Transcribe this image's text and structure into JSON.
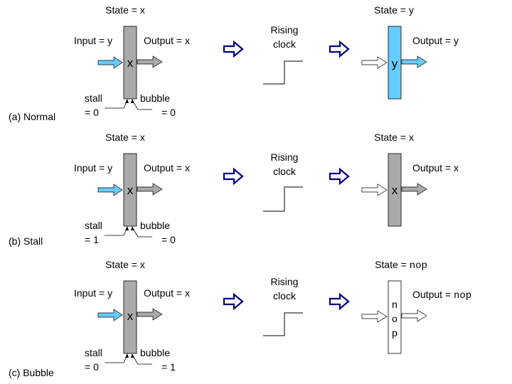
{
  "colors": {
    "gray_register": "#aaaaaa",
    "blue_register": "#66ccff",
    "white_register": "#ffffff",
    "gray_arrow": "#aaaaaa",
    "blue_arrow": "#66ccff",
    "transition_arrow": "#000080",
    "line": "#000000"
  },
  "icons": {
    "transition": "hollow-right-arrow-icon",
    "clock": "rising-edge-waveform-icon"
  },
  "common": {
    "clock_line1": "Rising",
    "clock_line2": "clock"
  },
  "rows": [
    {
      "caption": "(a) Normal",
      "before": {
        "state": "State = x",
        "input": "Input = y",
        "output": "Output = x",
        "value": "x",
        "stall_label": "stall",
        "stall_value": "= 0",
        "bubble_label": "bubble",
        "bubble_value": "= 0"
      },
      "after": {
        "state_prefix": "State = ",
        "state_value": "y",
        "output_prefix": "Output = ",
        "output_value": "y",
        "value": "y"
      }
    },
    {
      "caption": "(b) Stall",
      "before": {
        "state": "State = x",
        "input": "Input = y",
        "output": "Output = x",
        "value": "x",
        "stall_label": "stall",
        "stall_value": "= 1",
        "bubble_label": "bubble",
        "bubble_value": "= 0"
      },
      "after": {
        "state_prefix": "State = ",
        "state_value": "x",
        "output_prefix": "Output = ",
        "output_value": "x",
        "value": "x"
      }
    },
    {
      "caption": "(c) Bubble",
      "before": {
        "state": "State = x",
        "input": "Input = y",
        "output": "Output = x",
        "value": "x",
        "stall_label": "stall",
        "stall_value": "= 0",
        "bubble_label": "bubble",
        "bubble_value": "= 1"
      },
      "after": {
        "state_prefix": "State = ",
        "state_value": "nop",
        "output_prefix": "Output = ",
        "output_value": "nop",
        "value_chars": [
          "n",
          "o",
          "p"
        ]
      }
    }
  ]
}
